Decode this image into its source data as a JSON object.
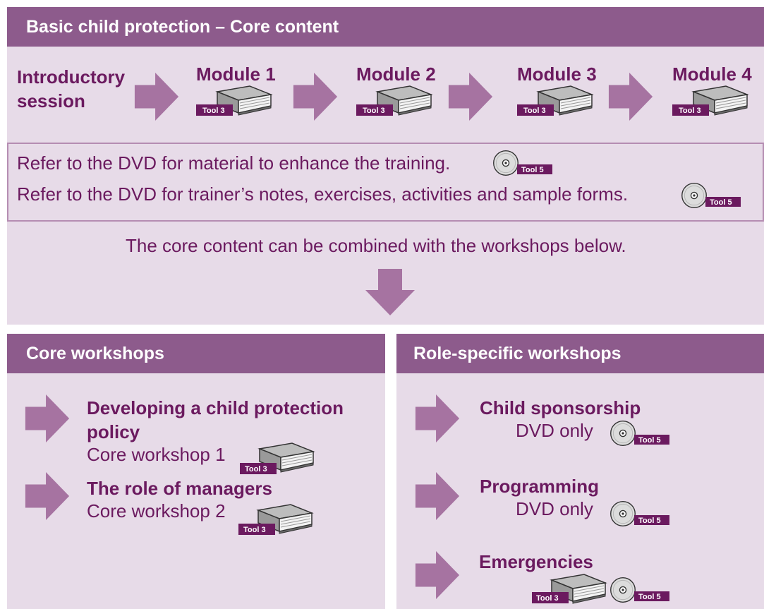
{
  "title": "Basic child protection – Core content",
  "flow": {
    "intro": "Introductory\nsession",
    "modules": [
      "Module 1",
      "Module 2",
      "Module 3",
      "Module 4"
    ],
    "module_tool": "Tool 3"
  },
  "dvd_notes": [
    {
      "text": "Refer to the DVD for material to enhance the training.",
      "tool": "Tool 5"
    },
    {
      "text": "Refer to the DVD for trainer’s notes, exercises, activities and sample forms.",
      "tool": "Tool 5"
    }
  ],
  "combine_text": "The core content can be combined with the workshops below.",
  "core_workshops": {
    "header": "Core workshops",
    "items": [
      {
        "title": "Developing a child protection policy",
        "subtitle": "Core workshop 1",
        "tool": "Tool 3"
      },
      {
        "title": "The role of managers",
        "subtitle": "Core workshop 2",
        "tool": "Tool 3"
      }
    ]
  },
  "role_workshops": {
    "header": "Role-specific workshops",
    "items": [
      {
        "title": "Child sponsorship",
        "subtitle": "DVD only",
        "tool": "Tool 5"
      },
      {
        "title": "Programming",
        "subtitle": "DVD only",
        "tool": "Tool 5"
      },
      {
        "title": "Emergencies",
        "subtitle": "",
        "tools": [
          "Tool 3",
          "Tool 5"
        ]
      }
    ]
  },
  "colors": {
    "header_bg": "#8d5b8c",
    "panel_bg": "#e7dbe8",
    "text": "#6b1a5f",
    "arrow": "#a673a1",
    "tag": "#6b1a5f"
  }
}
